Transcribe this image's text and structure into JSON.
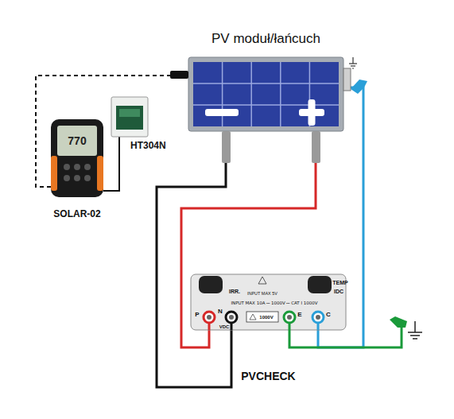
{
  "diagram": {
    "nodes": [
      {
        "text": [
          "PV moduł/łańcuch"
        ]
      },
      {
        "text": [
          "HT304N"
        ]
      },
      {
        "text": [
          "SOLAR-02"
        ]
      },
      {
        "text": [
          "PVCHECK"
        ]
      }
    ],
    "edges": [
      {
        "from": 2,
        "to": 0,
        "arrow": "none"
      },
      {
        "from": 1,
        "to": 2,
        "arrow": "none"
      },
      {
        "from": 0,
        "to": 3,
        "arrow": "none"
      },
      {
        "from": 0,
        "to": 3,
        "arrow": "none"
      },
      {
        "from": 0,
        "to": 3,
        "arrow": "none"
      }
    ],
    "labels": [
      "770",
      "IRR.",
      "TEMP",
      "IDC",
      "INPUT MAX 5V",
      "INPUT MAX 10A ⎓ 1000V ⎓ CAT I 1000V",
      "P",
      "N",
      "E",
      "C",
      "VDC",
      "1000V"
    ]
  }
}
